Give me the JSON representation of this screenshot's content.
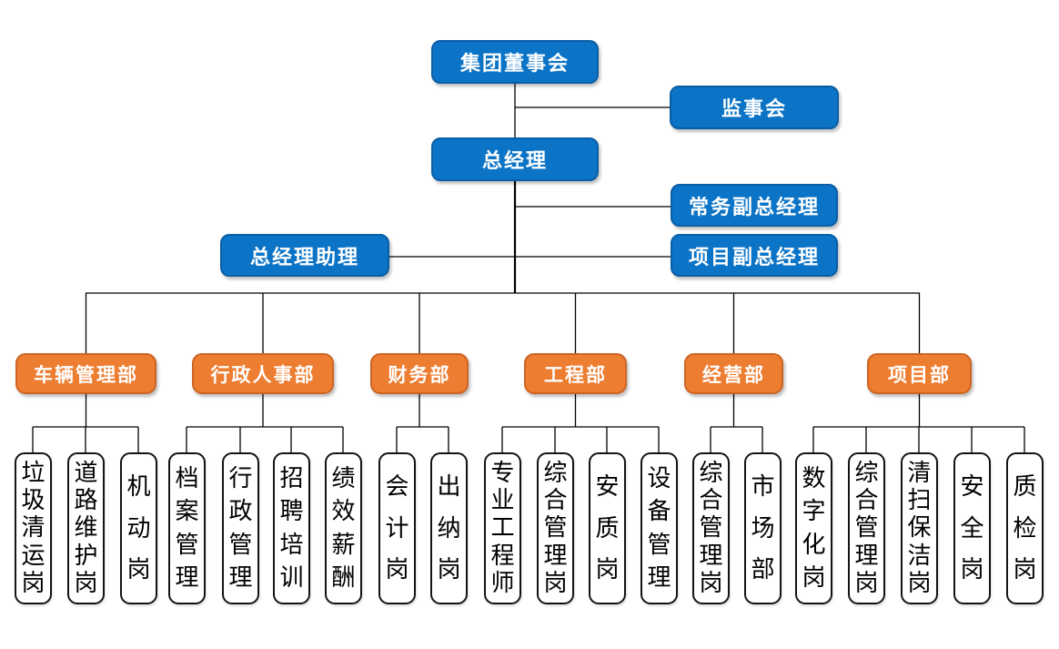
{
  "colors": {
    "blue_fill": "#0C74C6",
    "blue_border": "#0A5EA6",
    "orange_fill": "#ED7D31",
    "orange_border": "#CC6424",
    "node_fill": "#FFFFFF",
    "node_border": "#141414",
    "line": "#000000"
  },
  "executives": {
    "board": "集团董事会",
    "supervisory": "监事会",
    "general_manager": "总经理",
    "executive_deputy_gm": "常务副总经理",
    "gm_assistant": "总经理助理",
    "project_deputy_gm": "项目副总经理"
  },
  "departments": [
    {
      "label": "车辆管理部",
      "children": [
        "垃圾清运岗",
        "道路维护岗",
        "机动岗"
      ]
    },
    {
      "label": "行政人事部",
      "children": [
        "档案管理",
        "行政管理",
        "招聘培训",
        "绩效薪酬"
      ]
    },
    {
      "label": "财务部",
      "children": [
        "会计岗",
        "出纳岗"
      ]
    },
    {
      "label": "工程部",
      "children": [
        "专业工程师",
        "综合管理岗",
        "安质岗",
        "设备管理"
      ]
    },
    {
      "label": "经营部",
      "children": [
        "综合管理岗",
        "市场部"
      ]
    },
    {
      "label": "项目部",
      "children": [
        "数字化岗",
        "综合管理岗",
        "清扫保洁岗",
        "安全岗",
        "质检岗"
      ]
    }
  ]
}
